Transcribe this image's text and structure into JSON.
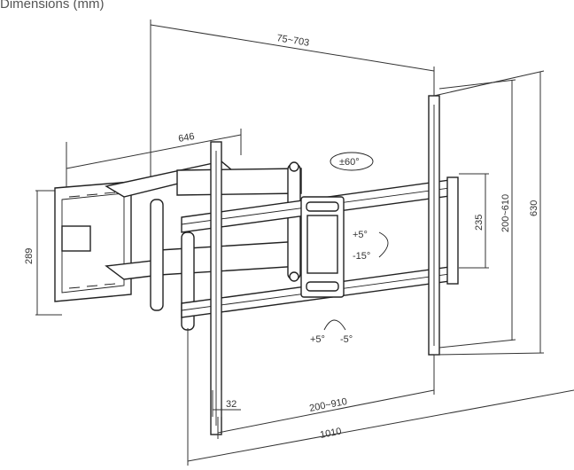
{
  "title": "Dimensions (mm)",
  "dimensions": {
    "arm_span": "75~703",
    "arm_width": "646",
    "swivel": "±60°",
    "tilt_up": "+5°",
    "tilt_down": "-15°",
    "roll_plus": "+5°",
    "roll_minus": "-5°",
    "vesa_plate_height": "235",
    "vesa_vertical": "200~610",
    "total_height": "630",
    "wall_plate_height": "289",
    "rail_offset": "32",
    "vesa_horizontal": "200~910",
    "total_width": "1010"
  }
}
